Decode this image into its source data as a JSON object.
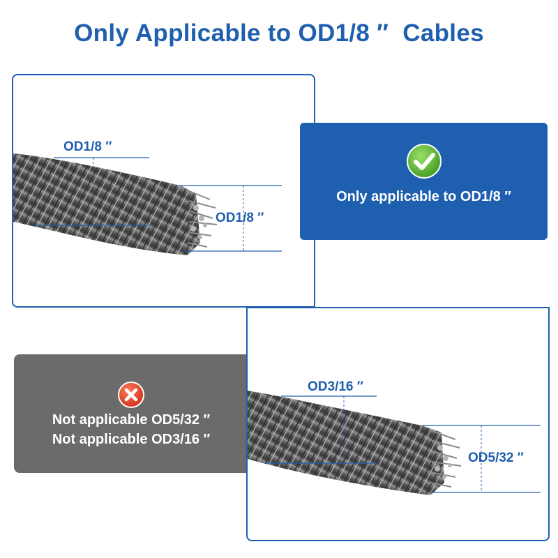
{
  "title": "Only Applicable to OD1/8 ″  Cables",
  "applicable": {
    "text": "Only applicable to OD1/8 ″",
    "icon": "check-circle-icon",
    "color": "#1f5fb0",
    "labels": {
      "top": "OD1/8 ″",
      "side": "OD1/8 ″"
    }
  },
  "not_applicable": {
    "line1": "Not applicable OD5/32 ″",
    "line2": "Not applicable OD3/16 ″",
    "icon": "x-circle-icon",
    "color": "#6b6b6b",
    "labels": {
      "top": "OD3/16 ″",
      "side": "OD5/32 ″"
    }
  },
  "colors": {
    "accent": "#1f5fb0",
    "check": "#5fb82e",
    "cross": "#e0412b"
  }
}
